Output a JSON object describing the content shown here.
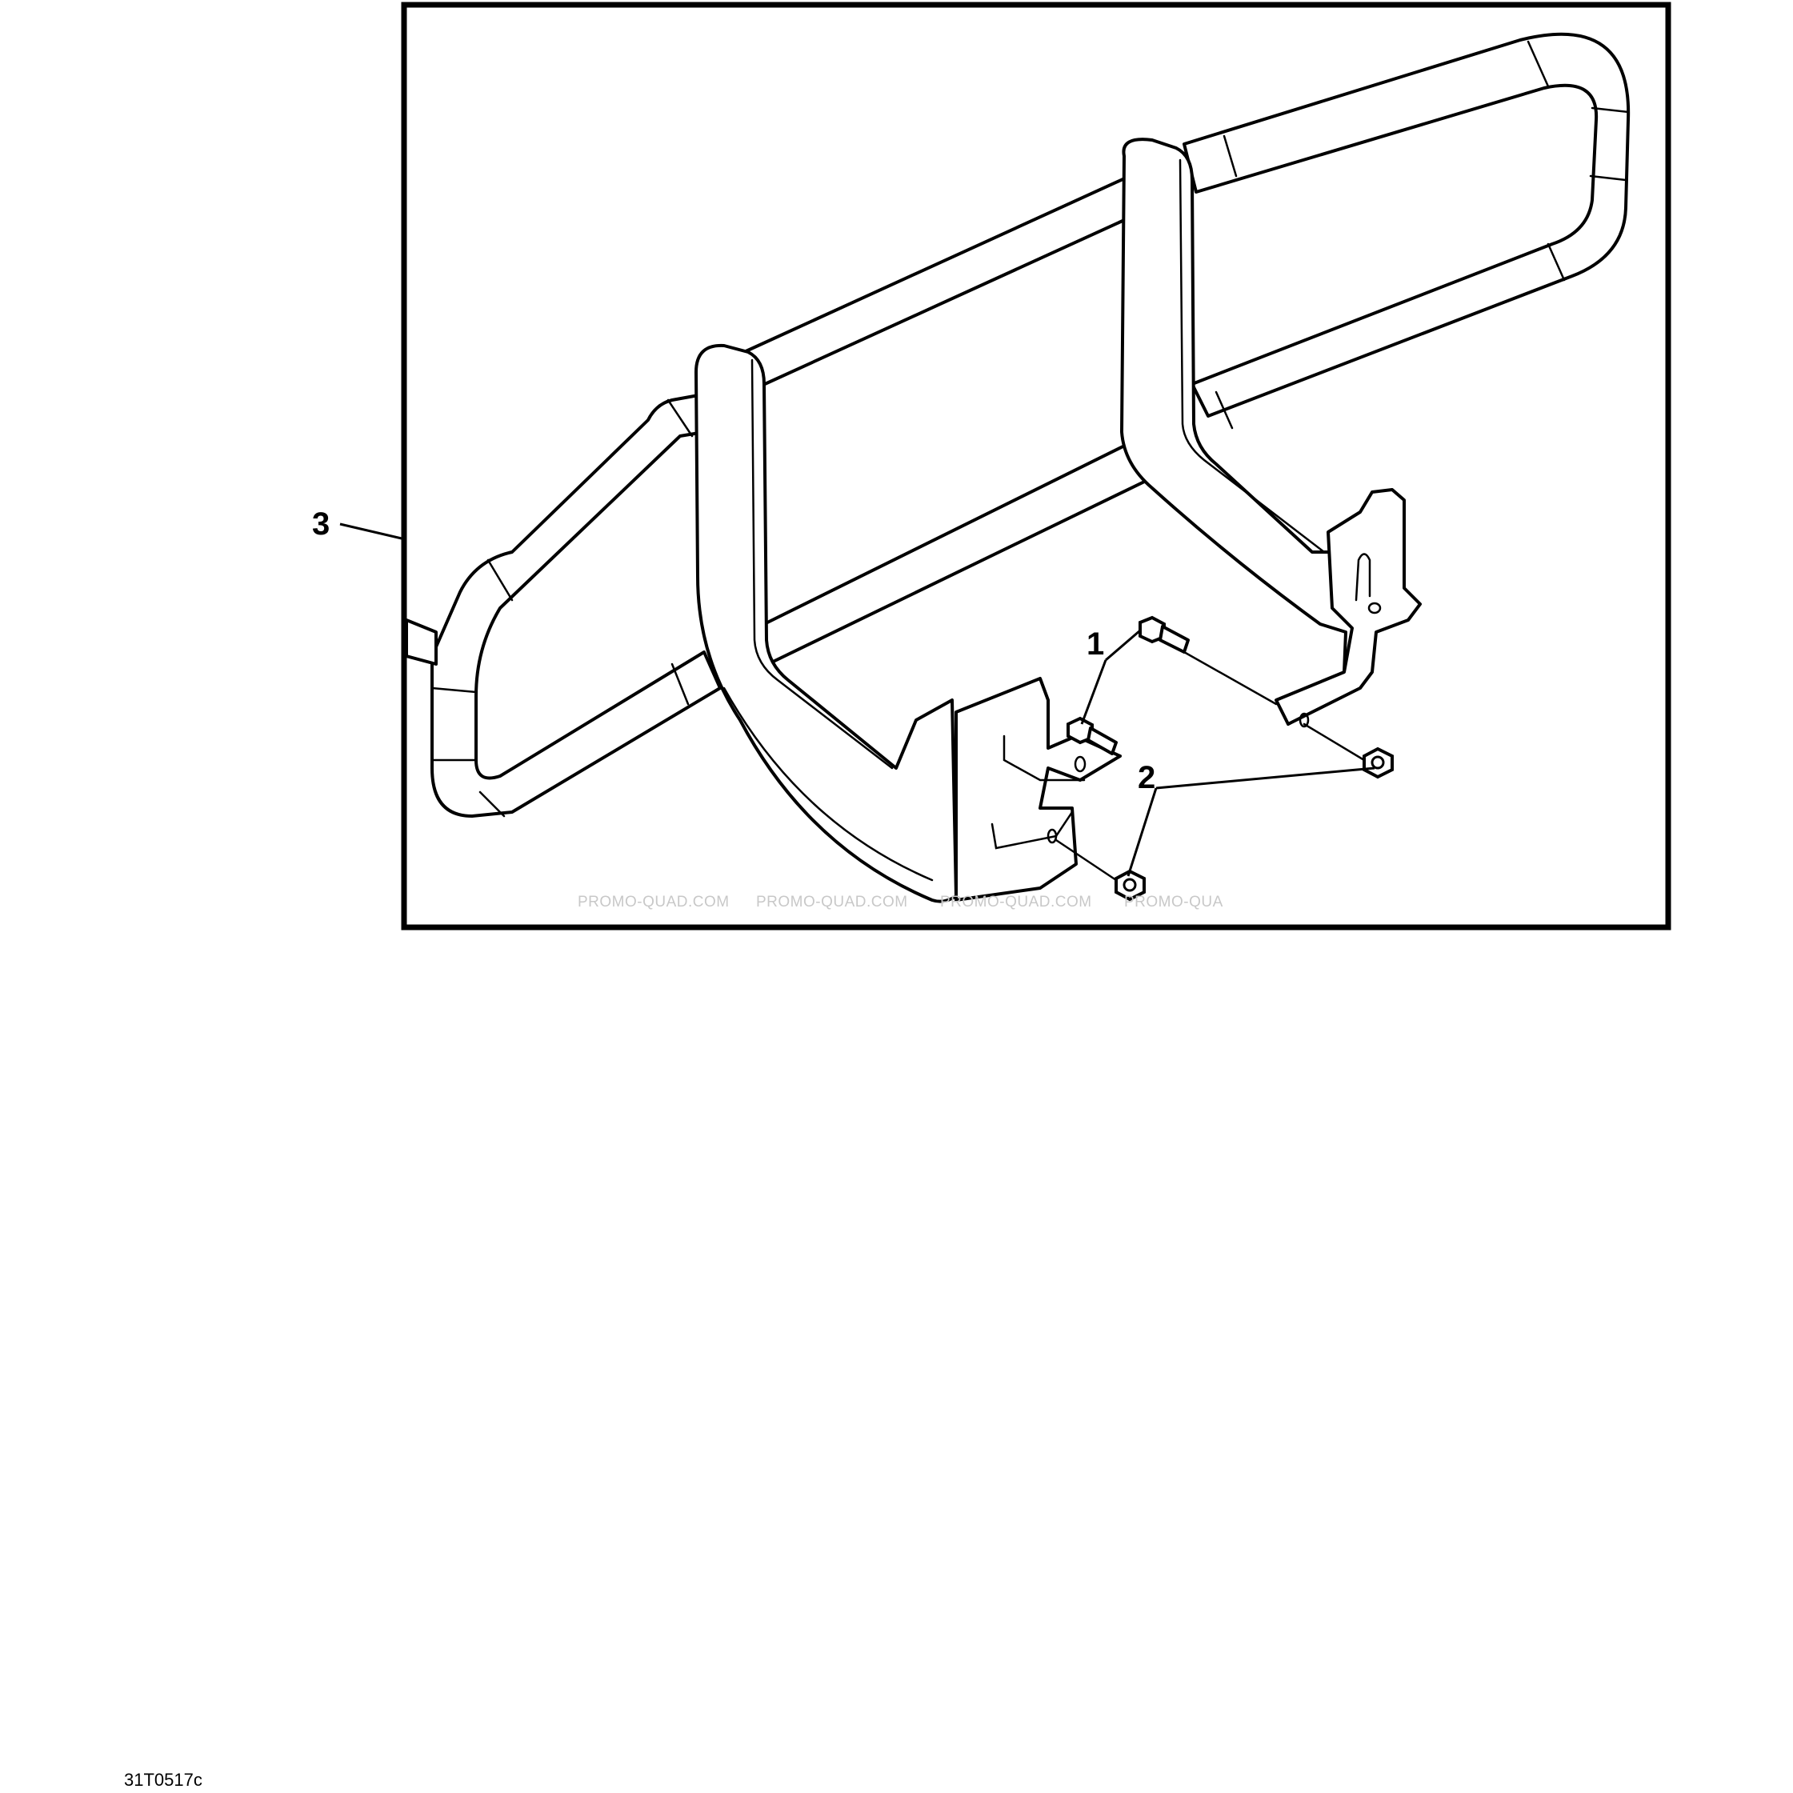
{
  "diagram": {
    "callouts": {
      "bolt": "1",
      "nut": "2",
      "bumper": "3"
    },
    "watermarks": [
      "PROMO-QUAD.COM",
      "PROMO-QUAD.COM",
      "PROMO-QUAD.COM",
      "PROMO-QUA"
    ],
    "figure_code": "31T0517c"
  }
}
